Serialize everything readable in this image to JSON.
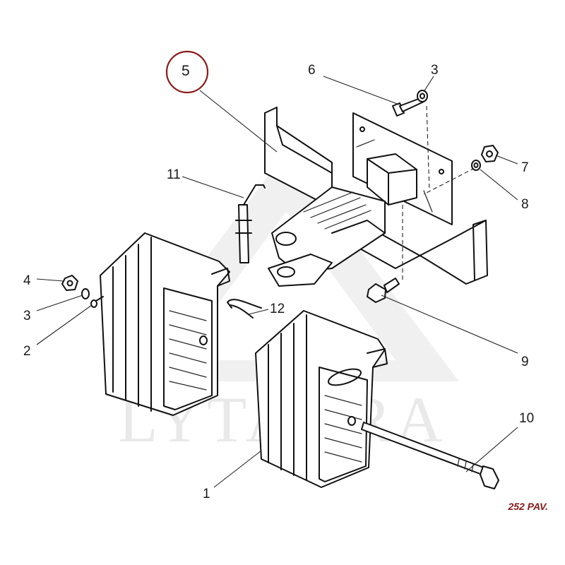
{
  "figure": {
    "code": "252 PAV.",
    "watermark": "LYTAGRA",
    "highlight_color": "#8b1a1a",
    "callouts": [
      {
        "id": "c5",
        "label": "5",
        "highlighted": true
      },
      {
        "id": "c6",
        "label": "6"
      },
      {
        "id": "c3a",
        "label": "3"
      },
      {
        "id": "c7",
        "label": "7"
      },
      {
        "id": "c8",
        "label": "8"
      },
      {
        "id": "c11",
        "label": "11"
      },
      {
        "id": "c4",
        "label": "4"
      },
      {
        "id": "c3b",
        "label": "3"
      },
      {
        "id": "c2",
        "label": "2"
      },
      {
        "id": "c12",
        "label": "12"
      },
      {
        "id": "c9",
        "label": "9"
      },
      {
        "id": "c10",
        "label": "10"
      },
      {
        "id": "c1",
        "label": "1"
      }
    ]
  }
}
